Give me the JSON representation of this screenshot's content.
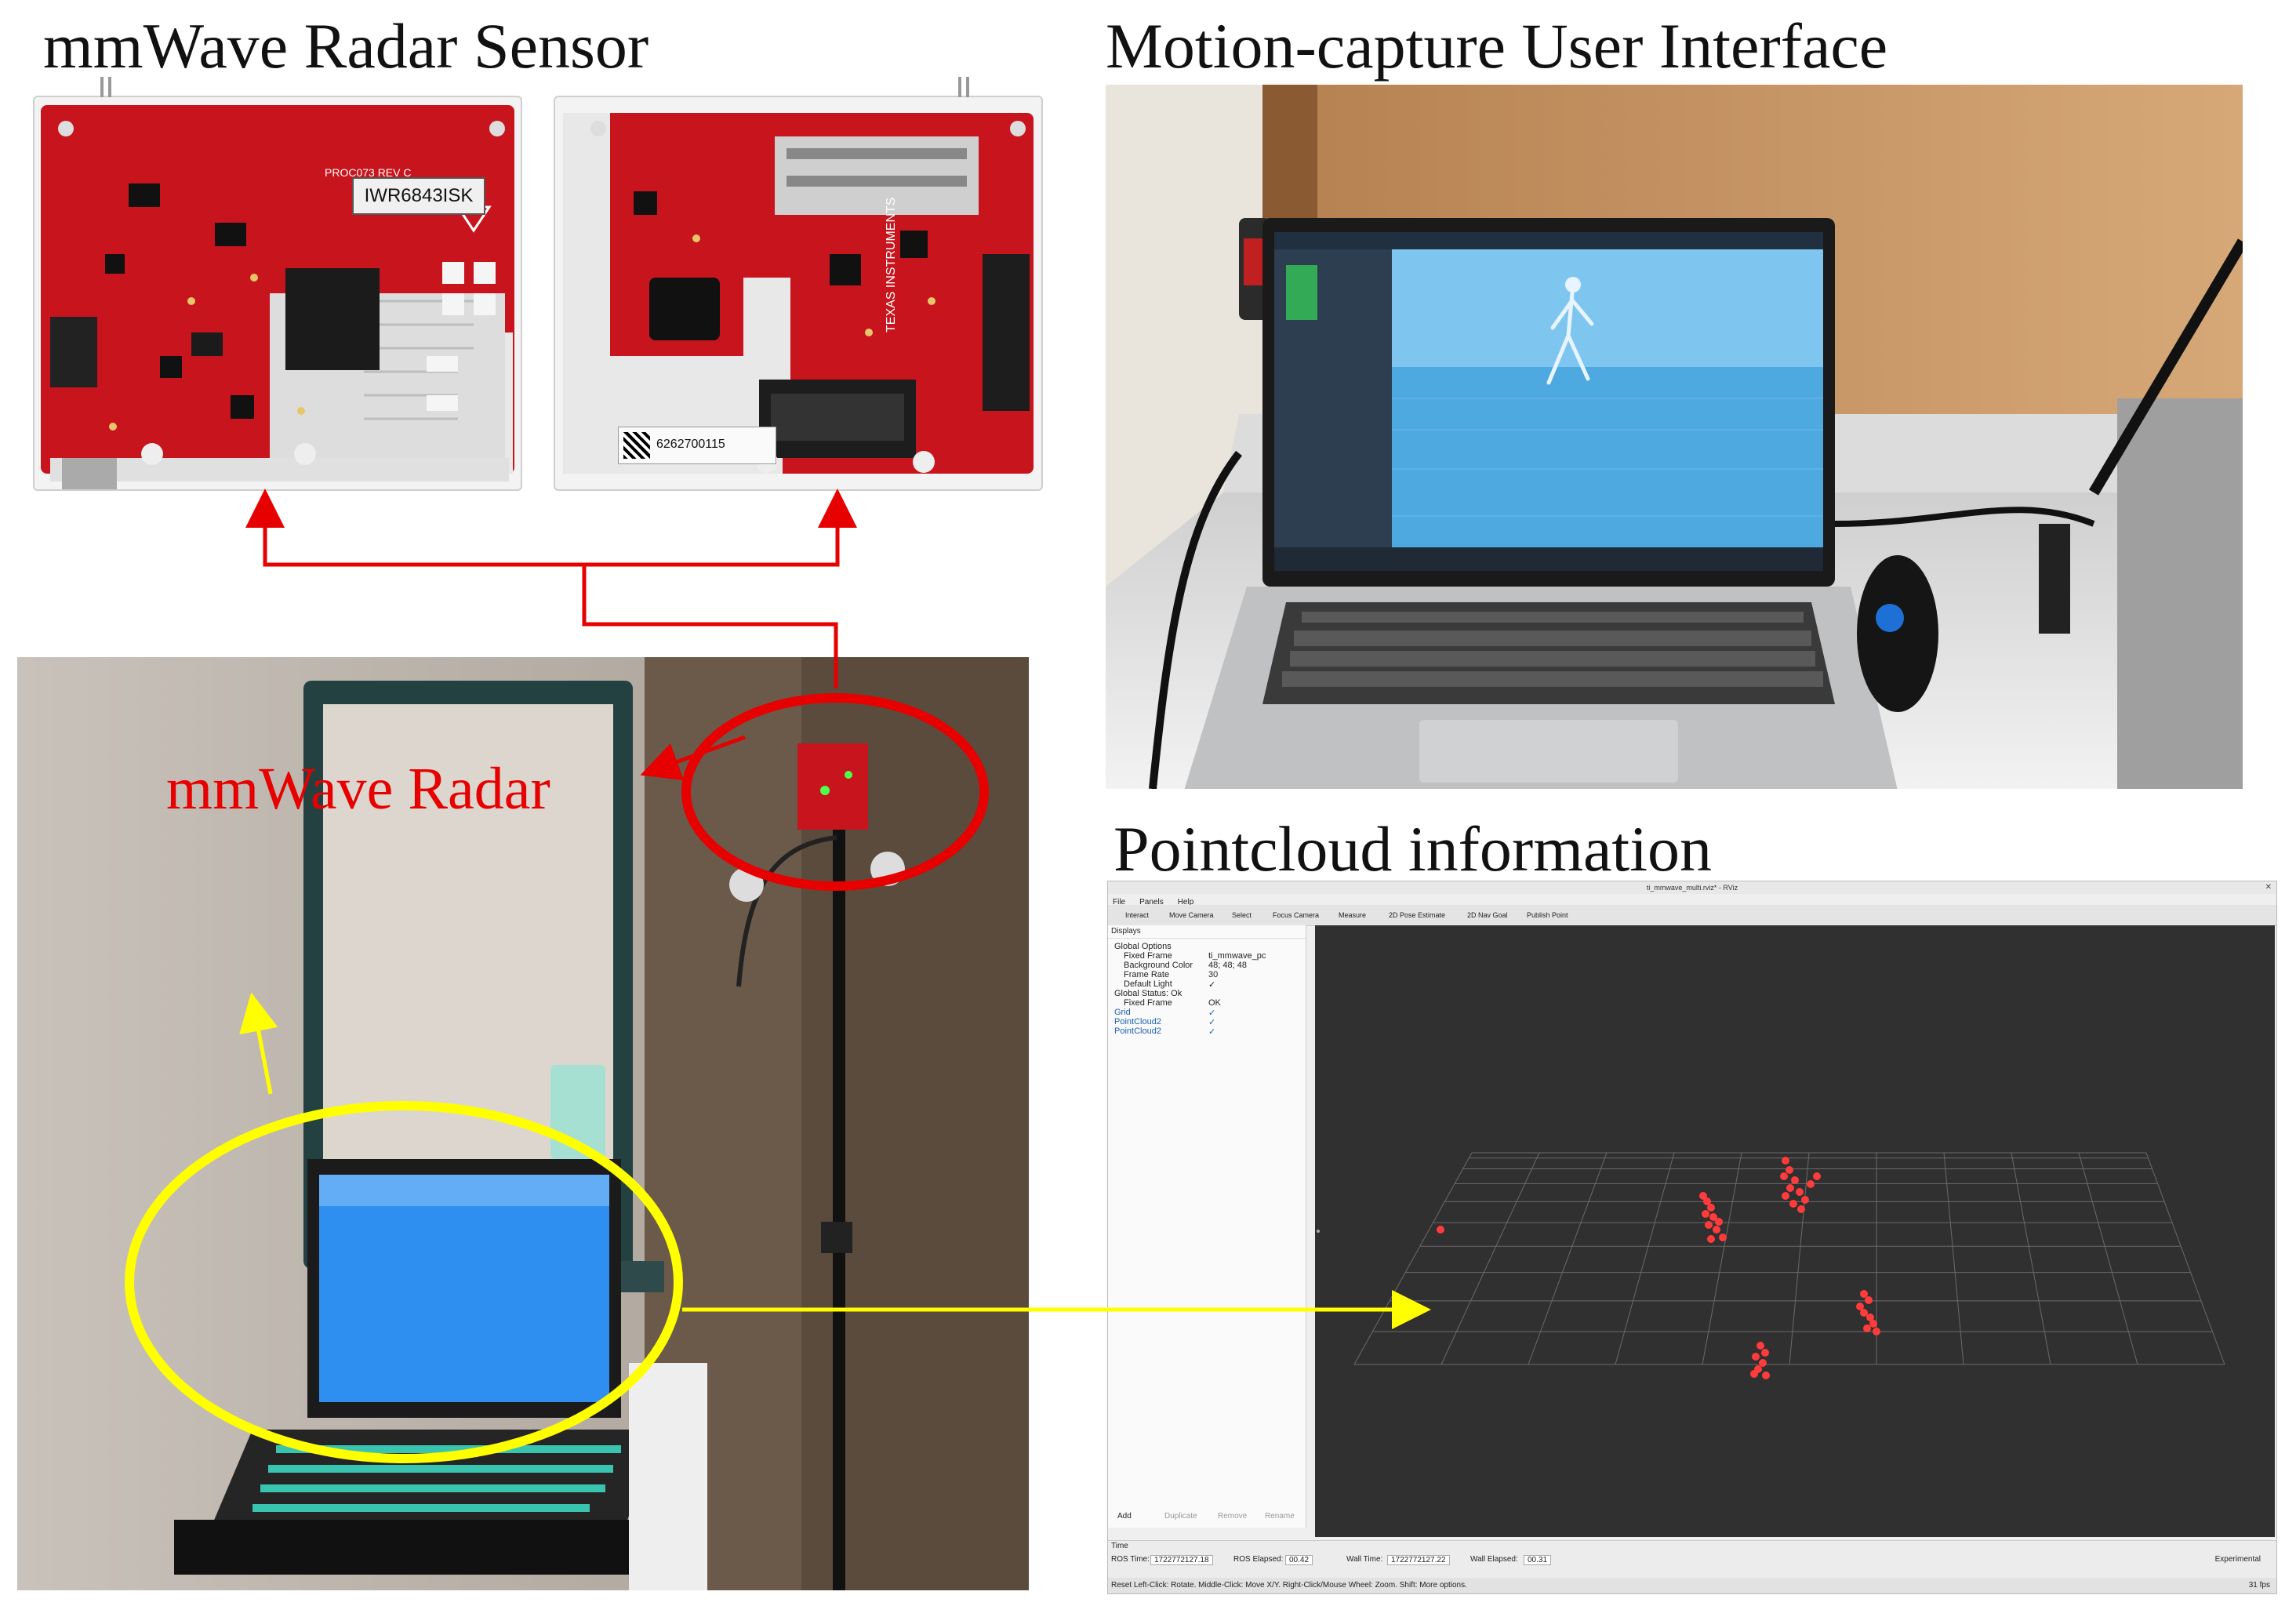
{
  "titles": {
    "sensor": "mmWave Radar Sensor",
    "ui": "Motion-capture User Interface",
    "pointcloud": "Pointcloud information"
  },
  "annotations": {
    "radar_label": "mmWave Radar"
  },
  "pcb": {
    "chip_label": "IWR6843ISK",
    "serial": "6262700115",
    "top_text": "PROC073 REV C",
    "vendor": "TEXAS INSTRUMENTS"
  },
  "rviz": {
    "window_title": "ti_mmwave_multi.rviz* - RViz",
    "menu": [
      "File",
      "Panels",
      "Help"
    ],
    "toolbar": [
      "Interact",
      "Move Camera",
      "Select",
      "Focus Camera",
      "Measure",
      "2D Pose Estimate",
      "2D Nav Goal",
      "Publish Point"
    ],
    "displays_header": "Displays",
    "tree": [
      {
        "label": "Global Options",
        "value": ""
      },
      {
        "label": "Fixed Frame",
        "value": "ti_mmwave_pc"
      },
      {
        "label": "Background Color",
        "value": "48; 48; 48"
      },
      {
        "label": "Frame Rate",
        "value": "30"
      },
      {
        "label": "Default Light",
        "value": "✓"
      },
      {
        "label": "Global Status: Ok",
        "value": ""
      },
      {
        "label": "Fixed Frame",
        "value": "OK"
      },
      {
        "label": "Grid",
        "value": "✓"
      },
      {
        "label": "PointCloud2",
        "value": "✓"
      },
      {
        "label": "PointCloud2",
        "value": "✓"
      }
    ],
    "panel_buttons": [
      "Add",
      "Duplicate",
      "Remove",
      "Rename"
    ],
    "time_header": "Time",
    "time": {
      "ros_time_label": "ROS Time:",
      "ros_time": "1722772127.18",
      "ros_elapsed_label": "ROS Elapsed:",
      "ros_elapsed": "00.42",
      "wall_time_label": "Wall Time:",
      "wall_time": "1722772127.22",
      "wall_elapsed_label": "Wall Elapsed:",
      "wall_elapsed": "00.31",
      "experimental": "Experimental"
    },
    "status_bar": "Reset  Left-Click: Rotate.  Middle-Click: Move X/Y.  Right-Click/Mouse Wheel: Zoom.  Shift: More options.",
    "fps": "31 fps"
  },
  "colors": {
    "pcb_red": "#c8141c",
    "radar_annot": "#e60000",
    "laptop_annot": "#ffff00",
    "viz_bg": "#303030",
    "point": "#ff3b3b"
  }
}
